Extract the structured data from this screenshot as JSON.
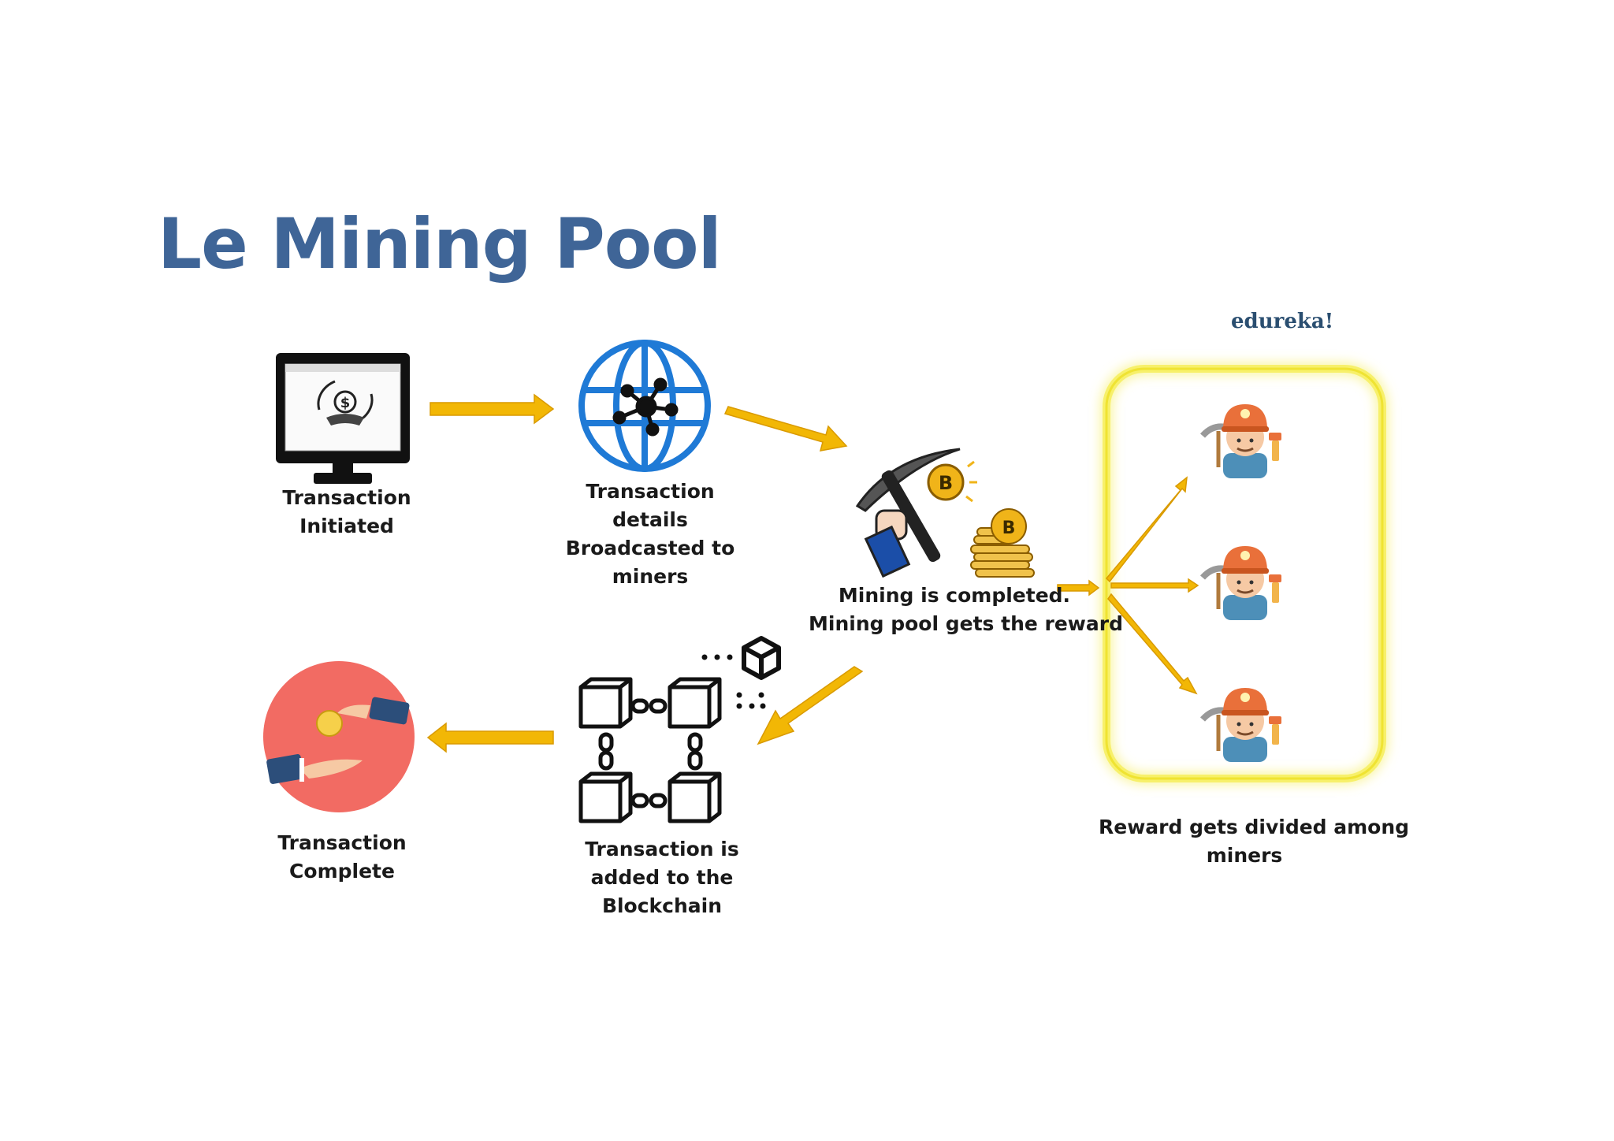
{
  "title": "Le Mining Pool",
  "brand": "edureka!",
  "colors": {
    "title": "#3f6597",
    "arrow": "#f2b705",
    "globe": "#1f7ad6",
    "pool_outline": "#f4ec4a",
    "coin": "#f0b419",
    "complete_circle": "#f26b63",
    "helmet": "#e9703a",
    "shirt": "#4d8fb8"
  },
  "icons": [
    "computer-monitor-icon",
    "dollar-cycle-icon",
    "globe-network-icon",
    "pickaxe-bitcoin-icon",
    "coin-stack-icon",
    "miner-icon",
    "blockchain-icon",
    "handshake-payment-icon"
  ],
  "steps": {
    "initiated": {
      "line1": "Transaction",
      "line2": "Initiated"
    },
    "broadcast": {
      "line1": "Transaction",
      "line2": "details",
      "line3": "Broadcasted to",
      "line4": "miners"
    },
    "mining": {
      "line1": "Mining is completed.",
      "line2": "Mining pool gets the reward"
    },
    "reward": {
      "line1": "Reward gets divided among",
      "line2": "miners"
    },
    "blockchain": {
      "line1": "Transaction is",
      "line2": "added to the",
      "line3": "Blockchain"
    },
    "complete": {
      "line1": "Transaction",
      "line2": "Complete"
    }
  }
}
